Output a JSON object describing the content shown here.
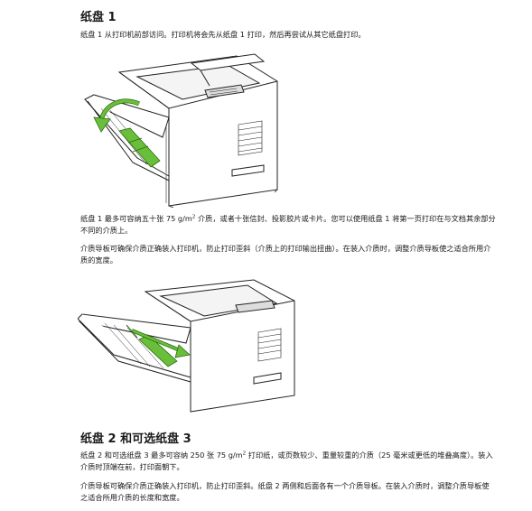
{
  "section1": {
    "title": "纸盘 1",
    "intro": "纸盘 1 从打印机前部访问。打印机将会先从纸盘 1 打印，然后再尝试从其它纸盘打印。",
    "capacity_pre": "纸盘 1 最多可容纳五十张 75 g/m",
    "capacity_sup": "2",
    "capacity_post": " 介质，或者十张信封、投影胶片或卡片。您可以使用纸盘 1 将第一页打印在与文档其余部分不同的介质上。",
    "guides": "介质导板可确保介质正确装入打印机，防止打印歪斜（介质上的打印输出扭曲）。在装入介质时，调整介质导板使之适合所用介质的宽度。"
  },
  "section2": {
    "title": "纸盘 2 和可选纸盘 3",
    "capacity_pre": "纸盘 2 和可选纸盘 3 最多可容纳 250 张 75 g/m",
    "capacity_sup": "2",
    "capacity_post": " 打印纸，或页数较少、重量较重的介质（25 毫米或更低的堆叠高度）。装入介质时顶端在前，打印面朝下。",
    "guides": "介质导板可确保介质正确装入打印机，防止打印歪斜。纸盘 2 两侧和后面各有一个介质导板。在装入介质时，调整介质导板使之适合所用介质的长度和宽度。"
  },
  "colors": {
    "highlight": "#6abf3a",
    "line": "#222222"
  }
}
